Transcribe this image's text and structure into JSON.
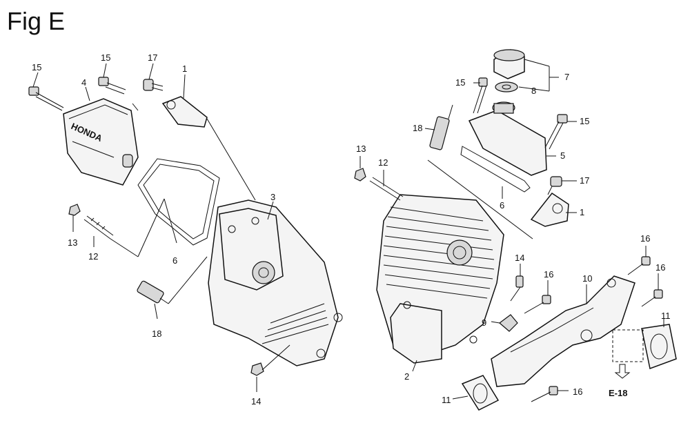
{
  "figure": {
    "title": "Fig E"
  },
  "callouts": {
    "c15a": "15",
    "c4": "4",
    "c15b": "15",
    "c17a": "17",
    "c1a": "1",
    "c3": "3",
    "c6a": "6",
    "c13a": "13",
    "c12a": "12",
    "c18a": "18",
    "c14a": "14",
    "c15c": "15",
    "c7": "7",
    "c8": "8",
    "c18b": "18",
    "c15d": "15",
    "c5": "5",
    "c13b": "13",
    "c12b": "12",
    "c6b": "6",
    "c17b": "17",
    "c1b": "1",
    "c14b": "14",
    "c16a": "16",
    "c16b": "16",
    "c10": "10",
    "c16c": "16",
    "c11a": "11",
    "c9": "9",
    "c2": "2",
    "c11b": "11",
    "c16d": "16"
  },
  "reference": {
    "label": "E-18"
  },
  "brand": {
    "cover_text": "HONDA"
  }
}
